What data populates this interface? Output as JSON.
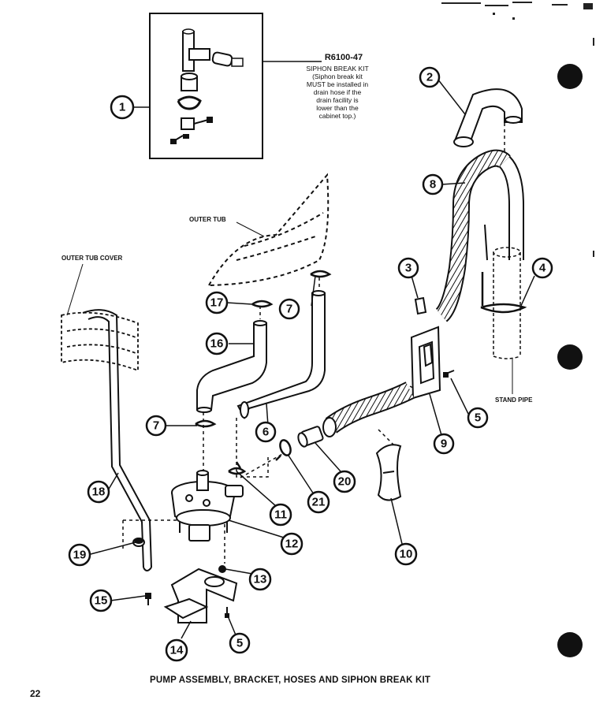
{
  "kit": {
    "part_number": "R6100-47",
    "note_lines": [
      "SIPHON BREAK KIT",
      "(Siphon break kit",
      "MUST be installed in",
      "drain hose if the",
      "drain facility is",
      "lower than the",
      "cabinet top.)"
    ]
  },
  "labels": {
    "outer_tub": "OUTER TUB",
    "outer_tub_cover": "OUTER TUB COVER",
    "stand_pipe": "STAND PIPE"
  },
  "callouts": [
    {
      "id": "1",
      "label": "1"
    },
    {
      "id": "2",
      "label": "2"
    },
    {
      "id": "3",
      "label": "3"
    },
    {
      "id": "4",
      "label": "4"
    },
    {
      "id": "5a",
      "label": "5"
    },
    {
      "id": "6",
      "label": "6"
    },
    {
      "id": "7a",
      "label": "7"
    },
    {
      "id": "7b",
      "label": "7"
    },
    {
      "id": "8",
      "label": "8"
    },
    {
      "id": "9",
      "label": "9"
    },
    {
      "id": "10",
      "label": "10"
    },
    {
      "id": "11",
      "label": "11"
    },
    {
      "id": "12",
      "label": "12"
    },
    {
      "id": "13",
      "label": "13"
    },
    {
      "id": "14",
      "label": "14"
    },
    {
      "id": "15",
      "label": "15"
    },
    {
      "id": "16",
      "label": "16"
    },
    {
      "id": "17",
      "label": "17"
    },
    {
      "id": "18",
      "label": "18"
    },
    {
      "id": "19",
      "label": "19"
    },
    {
      "id": "20",
      "label": "20"
    },
    {
      "id": "21",
      "label": "21"
    },
    {
      "id": "5b",
      "label": "5"
    }
  ],
  "caption": "PUMP ASSEMBLY, BRACKET, HOSES AND SIPHON BREAK KIT",
  "page_number": "22"
}
